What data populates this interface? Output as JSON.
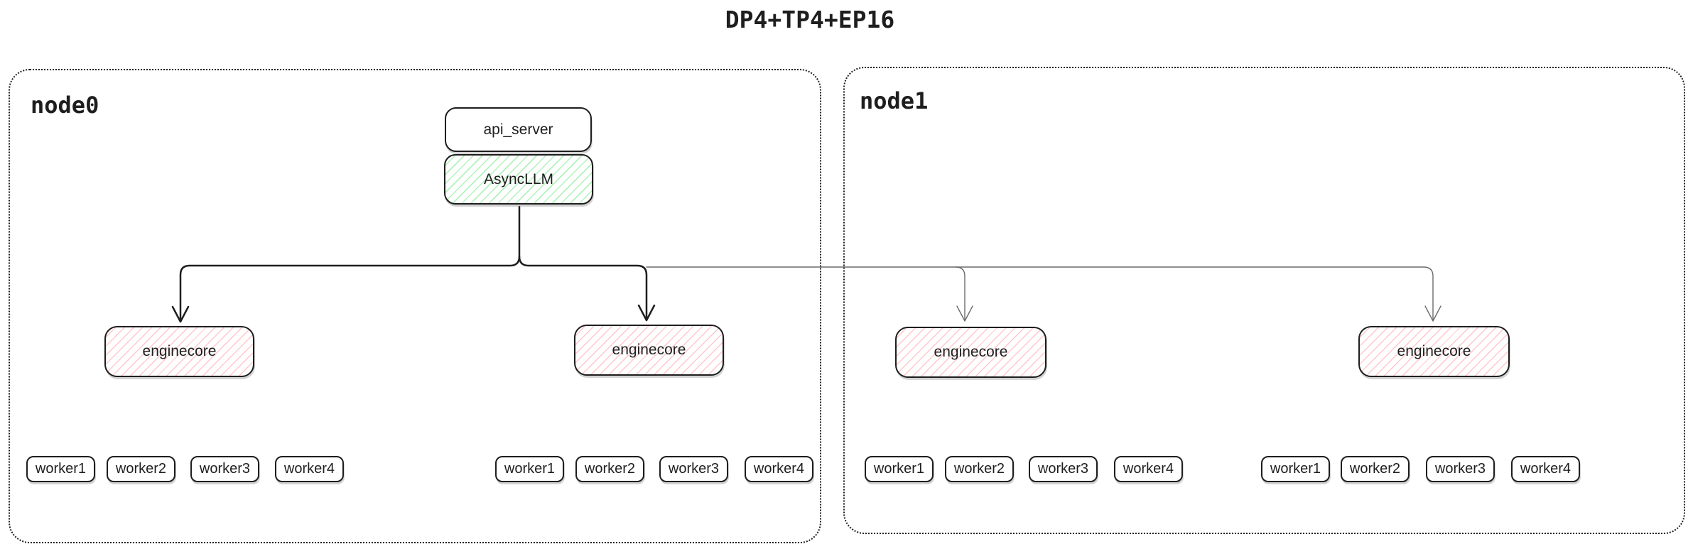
{
  "title": "DP4+TP4+EP16",
  "colors": {
    "stroke": "#1e1e1e",
    "green_fill": "#b2f2bb",
    "red_fill": "#ffc9c9",
    "thin_line": "#6b6b6b",
    "background": "#ffffff"
  },
  "node0": {
    "label": "node0",
    "api_server_label": "api_server",
    "asyncllm_label": "AsyncLLM",
    "enginecores": [
      {
        "label": "enginecore"
      },
      {
        "label": "enginecore"
      }
    ],
    "worker_groups": [
      [
        "worker1",
        "worker2",
        "worker3",
        "worker4"
      ],
      [
        "worker1",
        "worker2",
        "worker3",
        "worker4"
      ]
    ]
  },
  "node1": {
    "label": "node1",
    "enginecores": [
      {
        "label": "enginecore"
      },
      {
        "label": "enginecore"
      }
    ],
    "worker_groups": [
      [
        "worker1",
        "worker2",
        "worker3",
        "worker4"
      ],
      [
        "worker1",
        "worker2",
        "worker3",
        "worker4"
      ]
    ]
  }
}
